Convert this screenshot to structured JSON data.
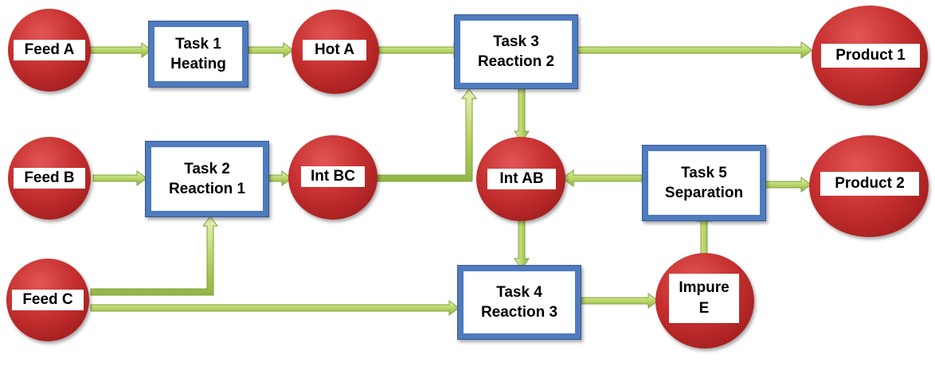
{
  "nodes": {
    "feed_a": "Feed A",
    "feed_b": "Feed B",
    "feed_c": "Feed C",
    "hot_a": "Hot A",
    "int_bc": "Int BC",
    "int_ab": "Int AB",
    "impure_e": "Impure\nE",
    "product_1": "Product 1",
    "product_2": "Product 2"
  },
  "tasks": {
    "task_1": "Task 1\nHeating",
    "task_2": "Task 2\nReaction 1",
    "task_3": "Task 3\nReaction 2",
    "task_4": "Task 4\nReaction 3",
    "task_5": "Task 5\nSeparation"
  },
  "colors": {
    "state_fill": "#c62f2f",
    "task_border": "#4f7bbf",
    "arrow_fill": "#b9d66a",
    "arrow_outline": "#7f9f3a"
  }
}
